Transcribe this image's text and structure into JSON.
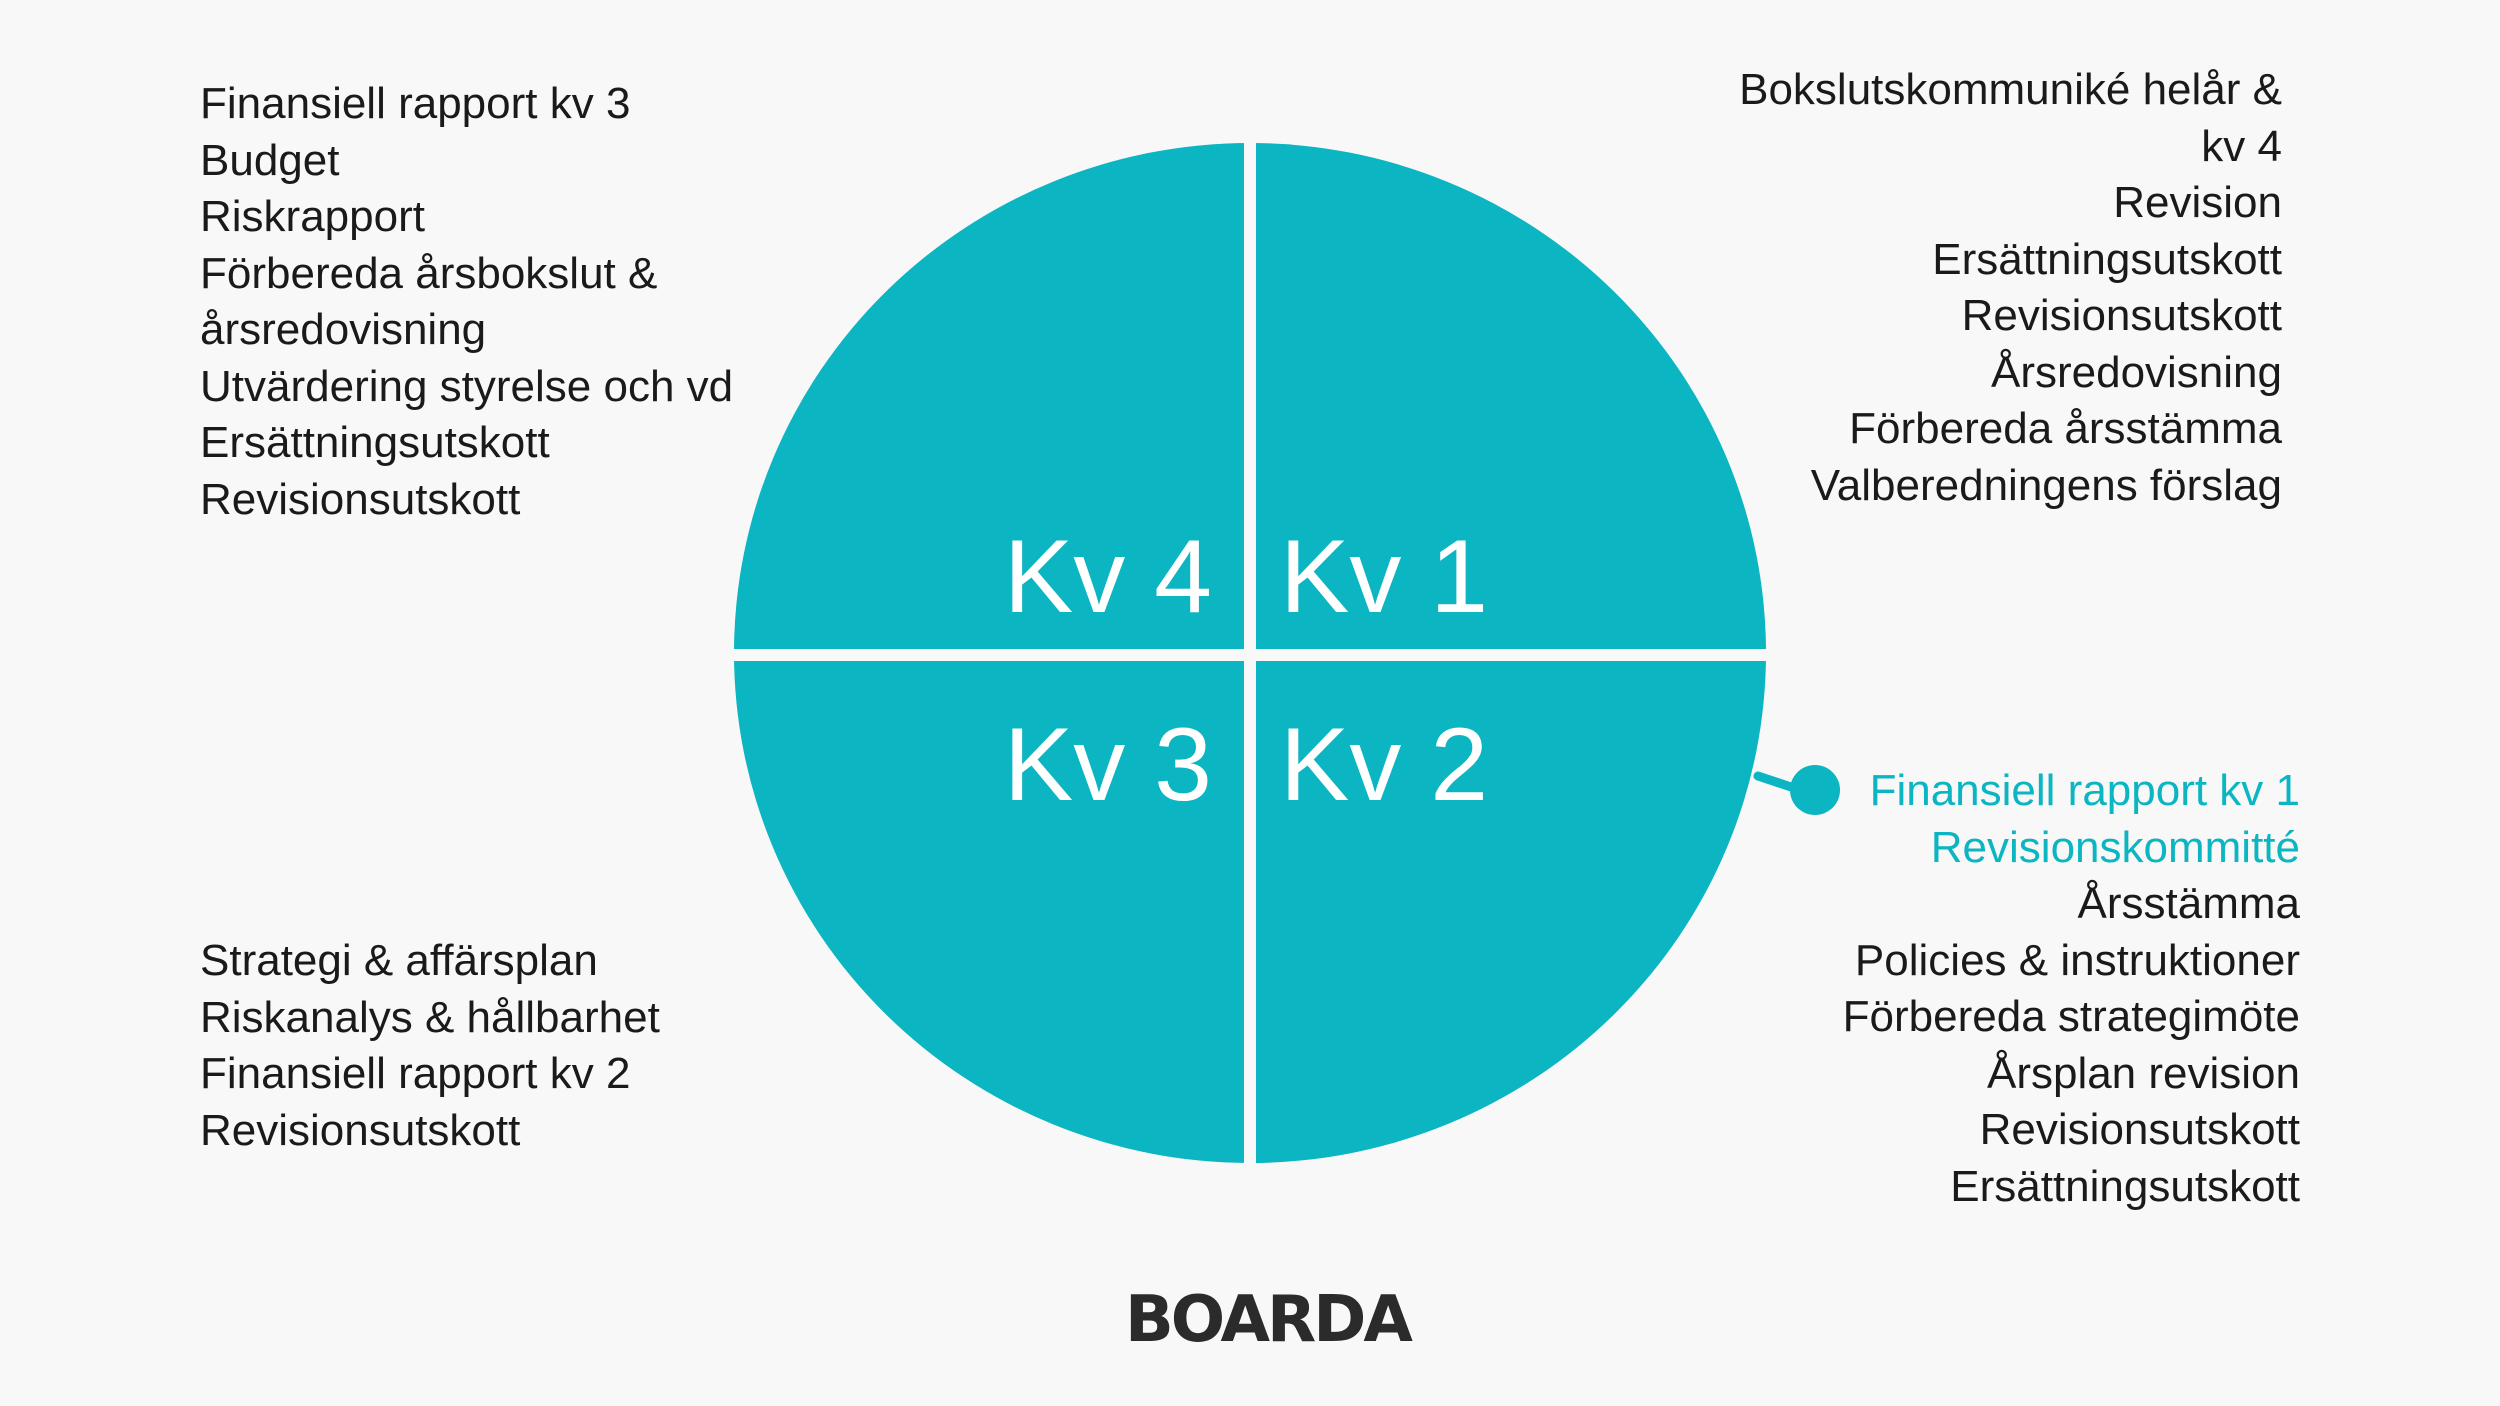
{
  "colors": {
    "wheel": "#0bb5c2",
    "divider": "#ffffff",
    "text": "#1a1a1a",
    "highlight": "#0bb5c2"
  },
  "quadrants": {
    "kv4": {
      "label": "Kv 4",
      "items": [
        "Finansiell rapport kv 3",
        "Budget",
        "Riskrapport",
        "Förbereda årsbokslut &",
        "årsredovisning",
        "Utvärdering styrelse och vd",
        "Ersättningsutskott",
        "Revisionsutskott"
      ]
    },
    "kv1": {
      "label": "Kv 1",
      "items": [
        "Bokslutskommuniké helår &",
        "kv 4",
        "Revision",
        "Ersättningsutskott",
        "Revisionsutskott",
        "Årsredovisning",
        "Förbereda årsstämma",
        "Valberedningens förslag"
      ]
    },
    "kv3": {
      "label": "Kv 3",
      "items": [
        "Strategi & affärsplan",
        "Riskanalys & hållbarhet",
        "Finansiell rapport kv 2",
        "Revisionsutskott"
      ]
    },
    "kv2": {
      "label": "Kv 2",
      "items": [
        "Finansiell rapport kv 1",
        "Revisionskommitté",
        "Årsstämma",
        "Policies & instruktioner",
        "Förbereda strategimöte",
        "Årsplan revision",
        "Revisionsutskott",
        "Ersättningsutskott"
      ],
      "highlighted_item_count": 2
    }
  },
  "brand": {
    "logo_text": "BOARDA"
  }
}
